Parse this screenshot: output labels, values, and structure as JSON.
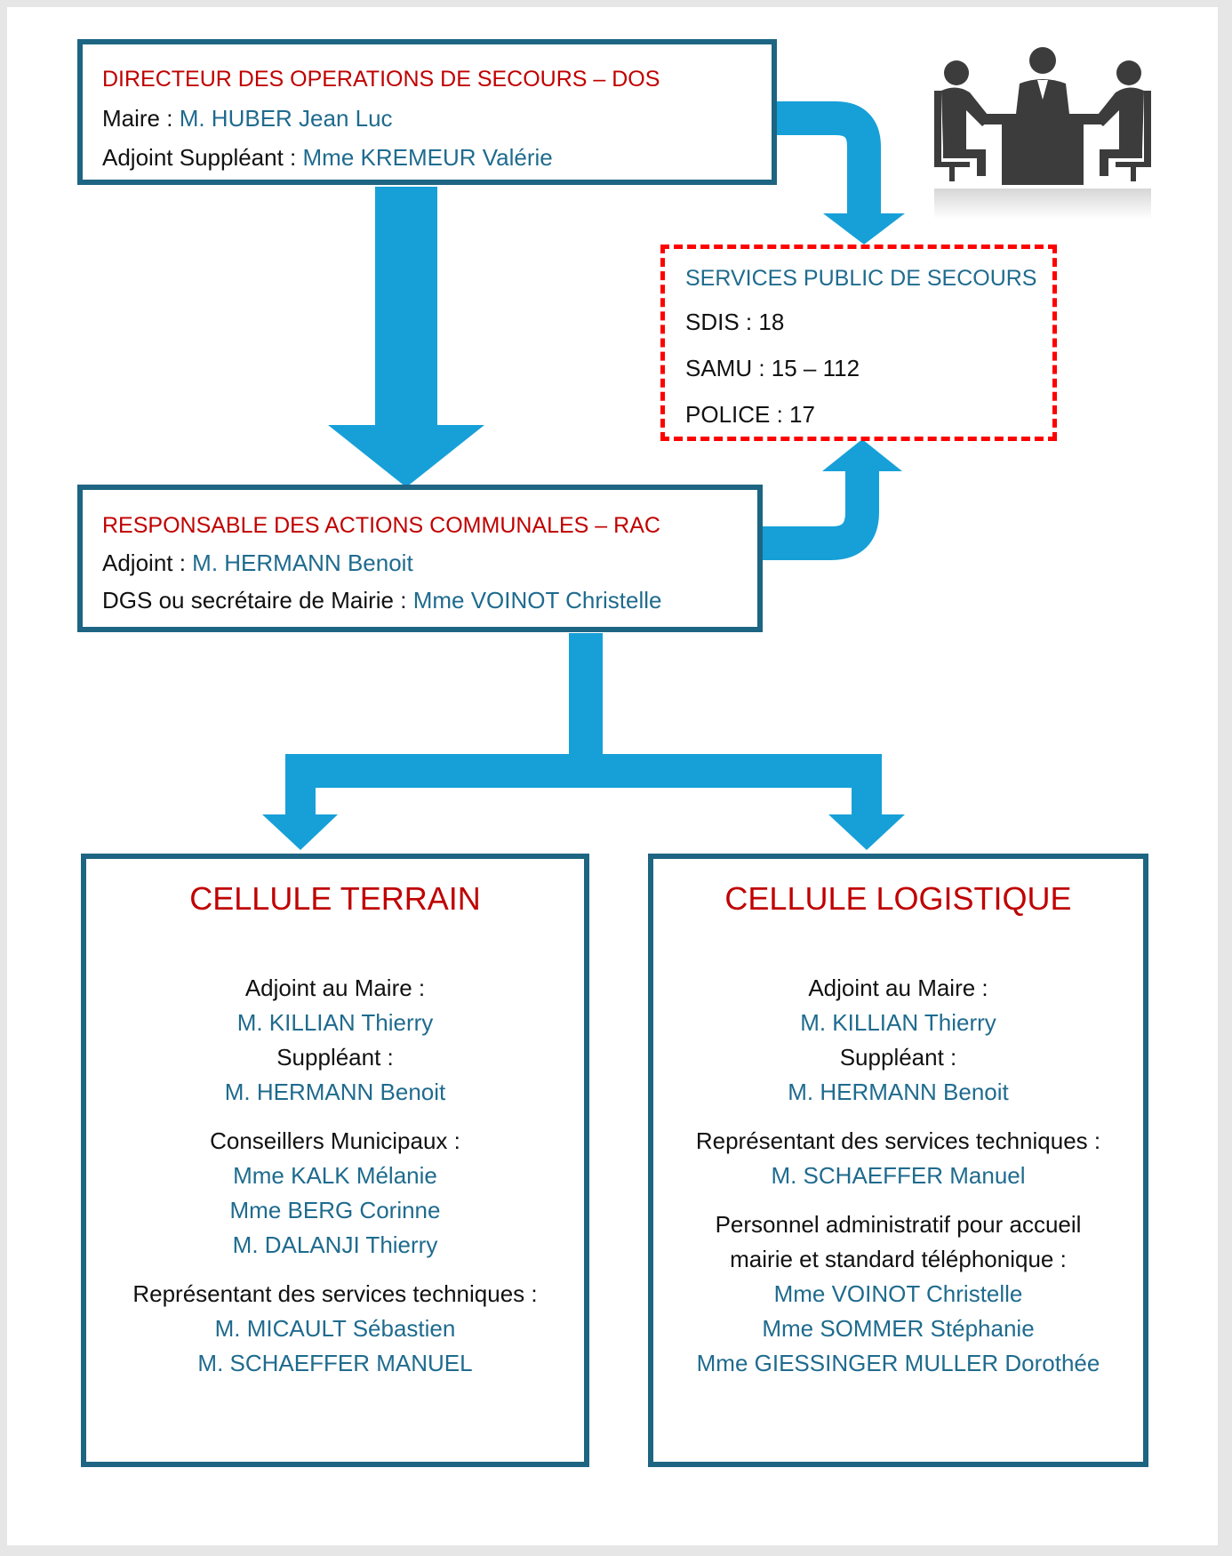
{
  "dos": {
    "title": "DIRECTEUR DES OPERATIONS DE SECOURS – DOS",
    "lines": [
      {
        "label": "Maire : ",
        "value": "M. HUBER Jean Luc"
      },
      {
        "label": "Adjoint Suppléant : ",
        "value": "Mme KREMEUR Valérie"
      }
    ]
  },
  "services": {
    "title": "SERVICES PUBLIC DE SECOURS",
    "lines": [
      "SDIS : 18",
      "SAMU : 15 – 112",
      "POLICE :  17"
    ]
  },
  "rac": {
    "title": "RESPONSABLE DES ACTIONS COMMUNALES – RAC",
    "lines": [
      {
        "label": "Adjoint : ",
        "value": "M. HERMANN Benoit"
      },
      {
        "label": "DGS ou secrétaire de Mairie : ",
        "value": "Mme VOINOT Christelle"
      }
    ]
  },
  "cellule_terrain": {
    "title": "CELLULE TERRAIN",
    "groups": [
      {
        "role": "Adjoint au Maire :",
        "people": [
          "M. KILLIAN Thierry"
        ]
      },
      {
        "role": "Suppléant :",
        "people": [
          "M. HERMANN Benoit"
        ]
      },
      {
        "role": "Conseillers Municipaux :",
        "people": [
          "Mme KALK Mélanie",
          "Mme BERG Corinne",
          "M. DALANJI Thierry"
        ]
      },
      {
        "role": "Représentant des services techniques :",
        "people": [
          "M. MICAULT Sébastien",
          "M. SCHAEFFER MANUEL"
        ]
      }
    ]
  },
  "cellule_logistique": {
    "title": "CELLULE LOGISTIQUE",
    "groups": [
      {
        "role": "Adjoint au Maire :",
        "people": [
          "M. KILLIAN Thierry"
        ]
      },
      {
        "role": "Suppléant :",
        "people": [
          "M. HERMANN Benoit"
        ]
      },
      {
        "role": "Représentant des services techniques :",
        "people": [
          "M. SCHAEFFER Manuel"
        ]
      },
      {
        "role": "Personnel administratif pour accueil",
        "role2": "mairie et standard téléphonique :",
        "people": [
          "Mme VOINOT Christelle",
          "Mme SOMMER Stéphanie",
          "Mme GIESSINGER MULLER Dorothée"
        ]
      }
    ]
  },
  "colors": {
    "arrow": "#17a0d8",
    "box_border": "#1d6582",
    "title_red": "#c00000",
    "name_blue": "#1f6b8e",
    "dashed_border": "#ff0000"
  },
  "icons": {
    "meeting": "meeting-people-icon"
  }
}
